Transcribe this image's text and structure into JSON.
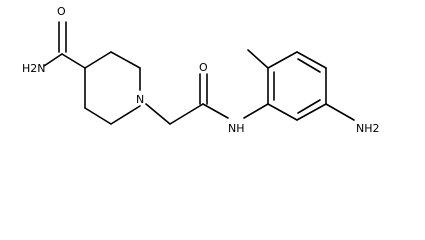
{
  "molecule": {
    "labels": {
      "amide_nh2": "H2N",
      "amide_o": "O",
      "ring_n": "N",
      "linker_o": "O",
      "nh": "NH",
      "aryl_nh2": "NH2"
    }
  }
}
